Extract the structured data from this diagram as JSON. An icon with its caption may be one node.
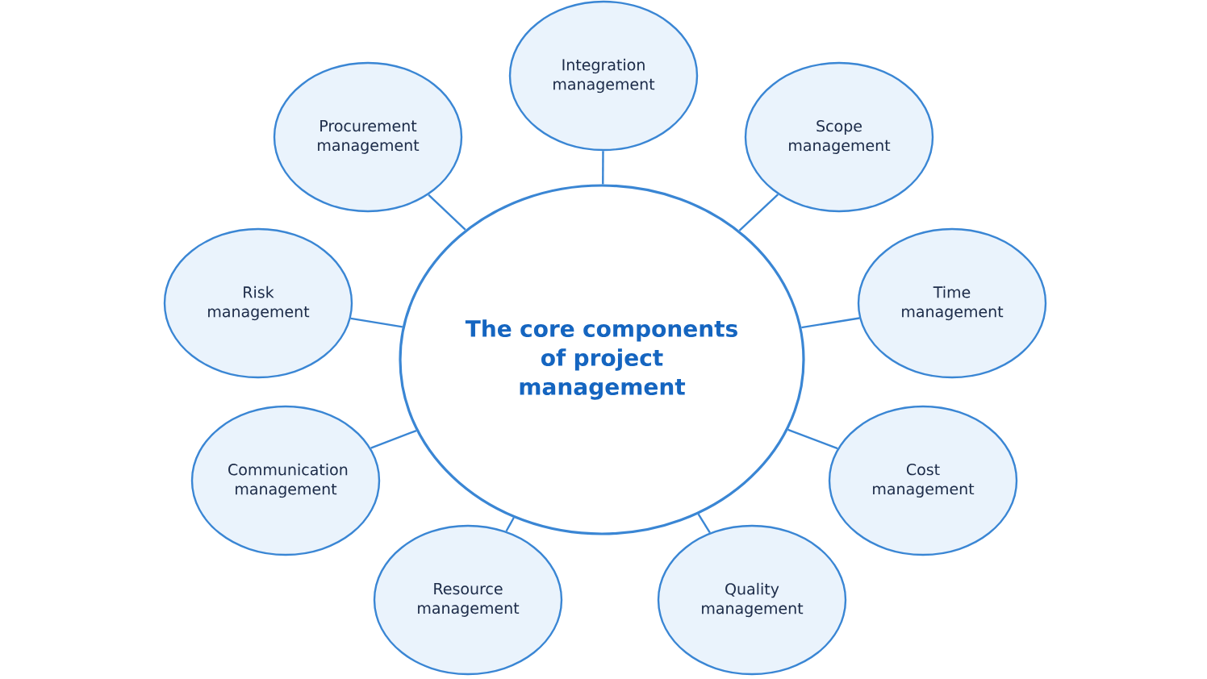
{
  "diagram": {
    "nodes": [
      {
        "text": [
          "The core components of project management"
        ]
      },
      {
        "text": [
          "Integration management"
        ]
      },
      {
        "text": [
          "Scope management"
        ]
      },
      {
        "text": [
          "Time management"
        ]
      },
      {
        "text": [
          "Cost management"
        ]
      },
      {
        "text": [
          "Quality management"
        ]
      },
      {
        "text": [
          "Resource management"
        ]
      },
      {
        "text": [
          "Communication management"
        ]
      },
      {
        "text": [
          "Risk management"
        ]
      },
      {
        "text": [
          "Procurement management"
        ]
      }
    ],
    "edges": [
      {
        "from": 0,
        "to": 1,
        "arrow": "none"
      },
      {
        "from": 0,
        "to": 2,
        "arrow": "none"
      },
      {
        "from": 0,
        "to": 3,
        "arrow": "none"
      },
      {
        "from": 0,
        "to": 4,
        "arrow": "none"
      },
      {
        "from": 0,
        "to": 5,
        "arrow": "none"
      },
      {
        "from": 0,
        "to": 6,
        "arrow": "none"
      },
      {
        "from": 0,
        "to": 7,
        "arrow": "none"
      },
      {
        "from": 0,
        "to": 8,
        "arrow": "none"
      },
      {
        "from": 0,
        "to": 9,
        "arrow": "none"
      }
    ]
  }
}
